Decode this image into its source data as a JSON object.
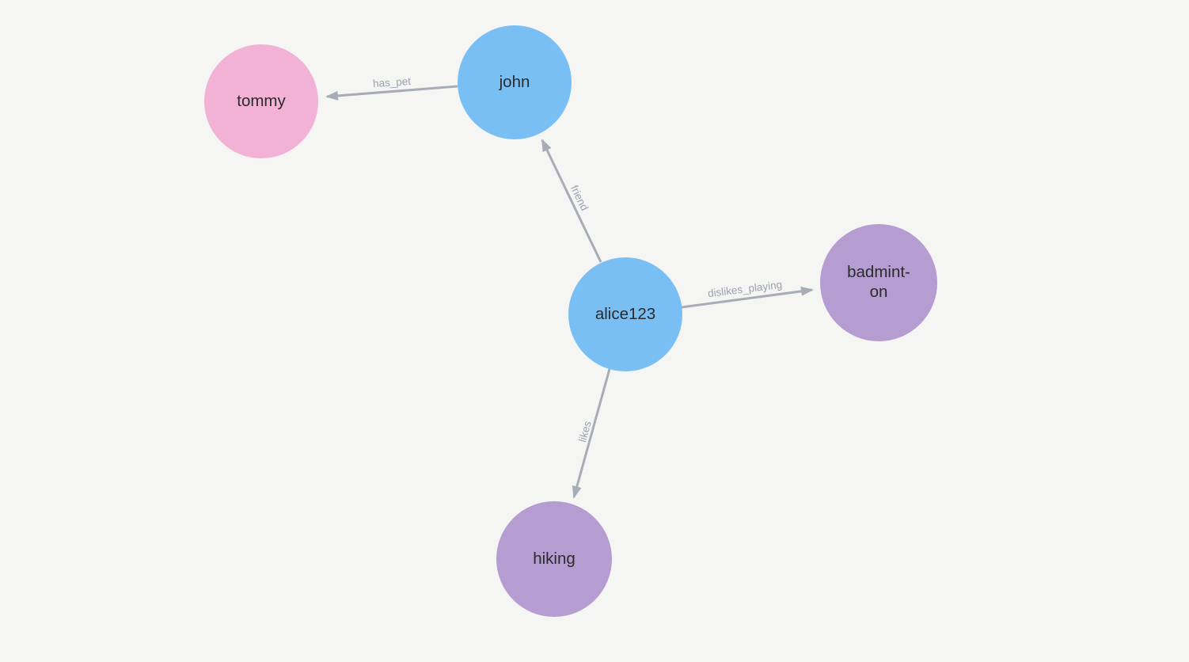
{
  "graph": {
    "nodes": [
      {
        "id": "tommy",
        "label": "tommy",
        "group": "pet",
        "lines": [
          "tommy"
        ]
      },
      {
        "id": "john",
        "label": "john",
        "group": "person",
        "lines": [
          "john"
        ]
      },
      {
        "id": "alice123",
        "label": "alice123",
        "group": "person",
        "lines": [
          "alice123"
        ]
      },
      {
        "id": "badminton",
        "label": "badminton",
        "group": "hobby",
        "lines": [
          "badmint-",
          "on"
        ]
      },
      {
        "id": "hiking",
        "label": "hiking",
        "group": "hobby",
        "lines": [
          "hiking"
        ]
      }
    ],
    "edges": [
      {
        "from": "john",
        "to": "tommy",
        "label": "has_pet"
      },
      {
        "from": "alice123",
        "to": "john",
        "label": "friend"
      },
      {
        "from": "alice123",
        "to": "badminton",
        "label": "dislikes_playing"
      },
      {
        "from": "alice123",
        "to": "hiking",
        "label": "likes"
      }
    ]
  },
  "colors": {
    "background": "#f5f5f4",
    "edge": "#a8acb5",
    "edge_label": "#9ba1ac",
    "node_label": "#2b2b2b",
    "person": "#79bff4",
    "pet": "#f2b2d5",
    "hobby": "#b59cd1"
  }
}
